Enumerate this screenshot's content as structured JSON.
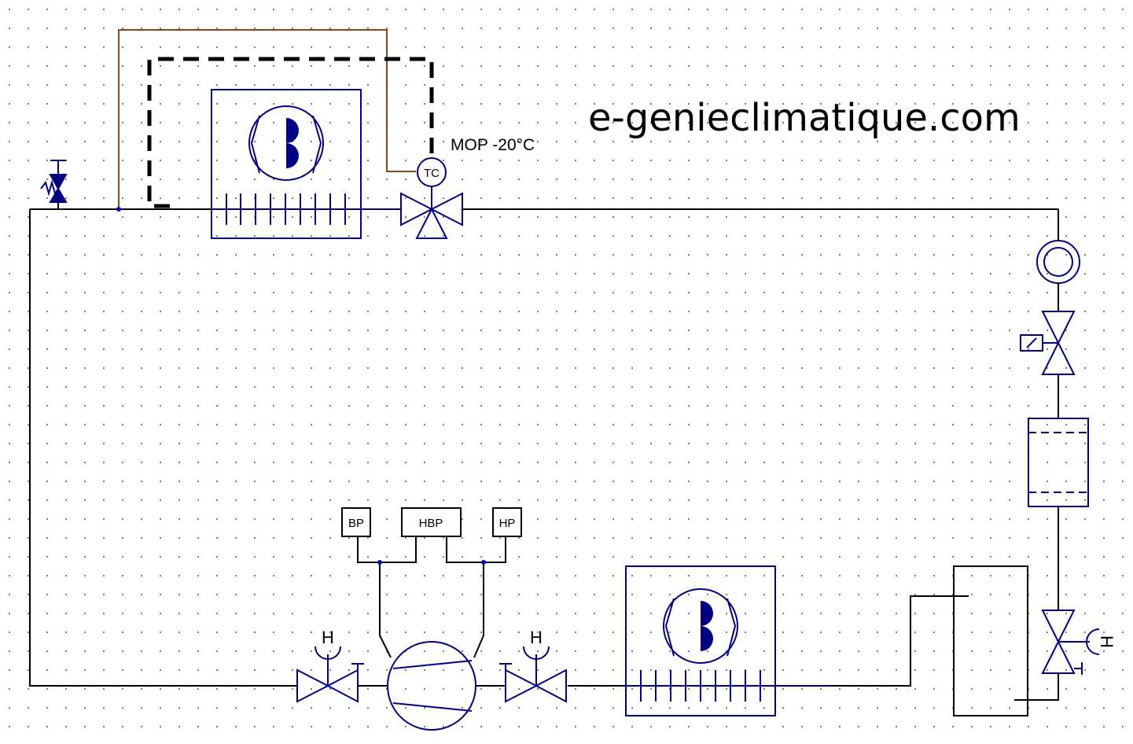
{
  "site_name": "e-genieclimatique.com",
  "thermostatic_valve": {
    "label": "MOP -20°C",
    "bulb_label": "TC"
  },
  "pressure_switches": {
    "low": "BP",
    "combined": "HBP",
    "high": "HP"
  },
  "service_valve_symbol": "H",
  "colors": {
    "component": "#000080",
    "line": "#000000",
    "capillary": "#8B4513"
  }
}
